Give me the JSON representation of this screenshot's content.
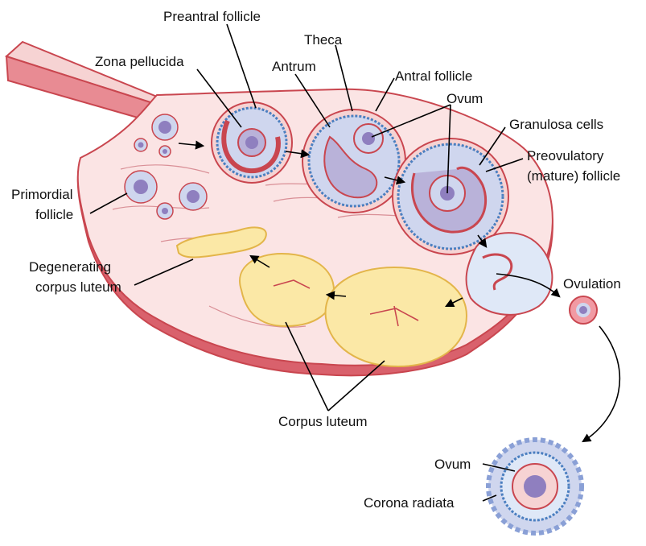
{
  "labels": {
    "preantral_follicle": "Preantral follicle",
    "theca": "Theca",
    "zona_pellucida": "Zona pellucida",
    "antrum": "Antrum",
    "antral_follicle": "Antral follicle",
    "ovum_top": "Ovum",
    "granulosa_cells": "Granulosa cells",
    "preovulatory_line1": "Preovulatory",
    "preovulatory_line2": "(mature) follicle",
    "primordial_line1": "Primordial",
    "primordial_line2": "follicle",
    "degenerating_line1": "Degenerating",
    "degenerating_line2": "corpus luteum",
    "ovulation": "Ovulation",
    "corpus_luteum": "Corpus luteum",
    "ovum_bottom": "Ovum",
    "corona_radiata": "Corona radiata"
  },
  "colors": {
    "ovary_fill": "#fbe4e4",
    "ovary_outline": "#c9464f",
    "follicle_fill": "#cfd6ee",
    "granulosa_cell": "#4b7fc0",
    "antrum_fill": "#b9b2d9",
    "ovum_fill": "#8f7fbf",
    "corpus_luteum_fill": "#fbe8a6",
    "corpus_luteum_outline": "#e3b54a"
  }
}
